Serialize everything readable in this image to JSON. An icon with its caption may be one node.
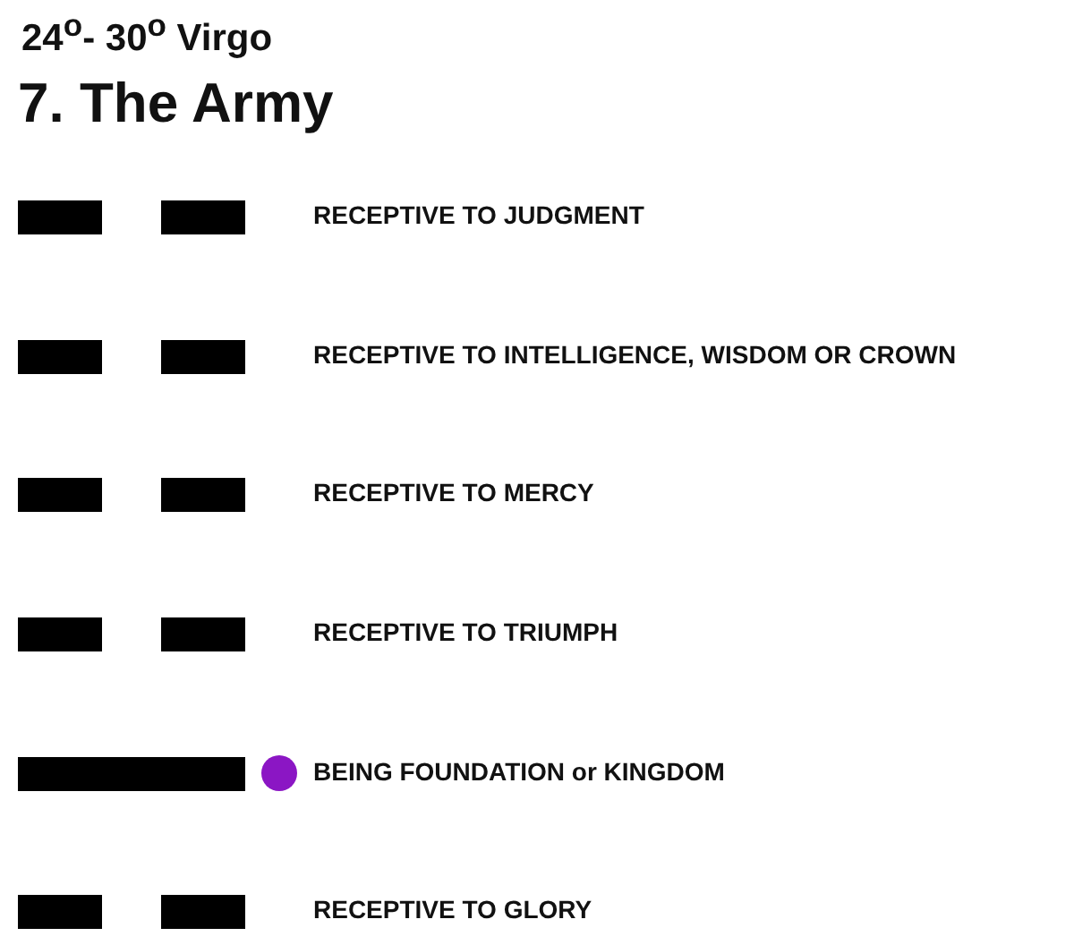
{
  "diagram": {
    "title": "7. The Army",
    "labels": [
      "24$^{o}$- 30$^{o}$ Virgo",
      "RECEPTIVE TO JUDGMENT",
      "RECEPTIVE TO INTELLIGENCE, WISDOM OR CROWN",
      "RECEPTIVE TO MERCY",
      "RECEPTIVE TO TRIUMPH",
      "BEING FOUNDATION or KINGDOM",
      "RECEPTIVE TO GLORY"
    ]
  }
}
